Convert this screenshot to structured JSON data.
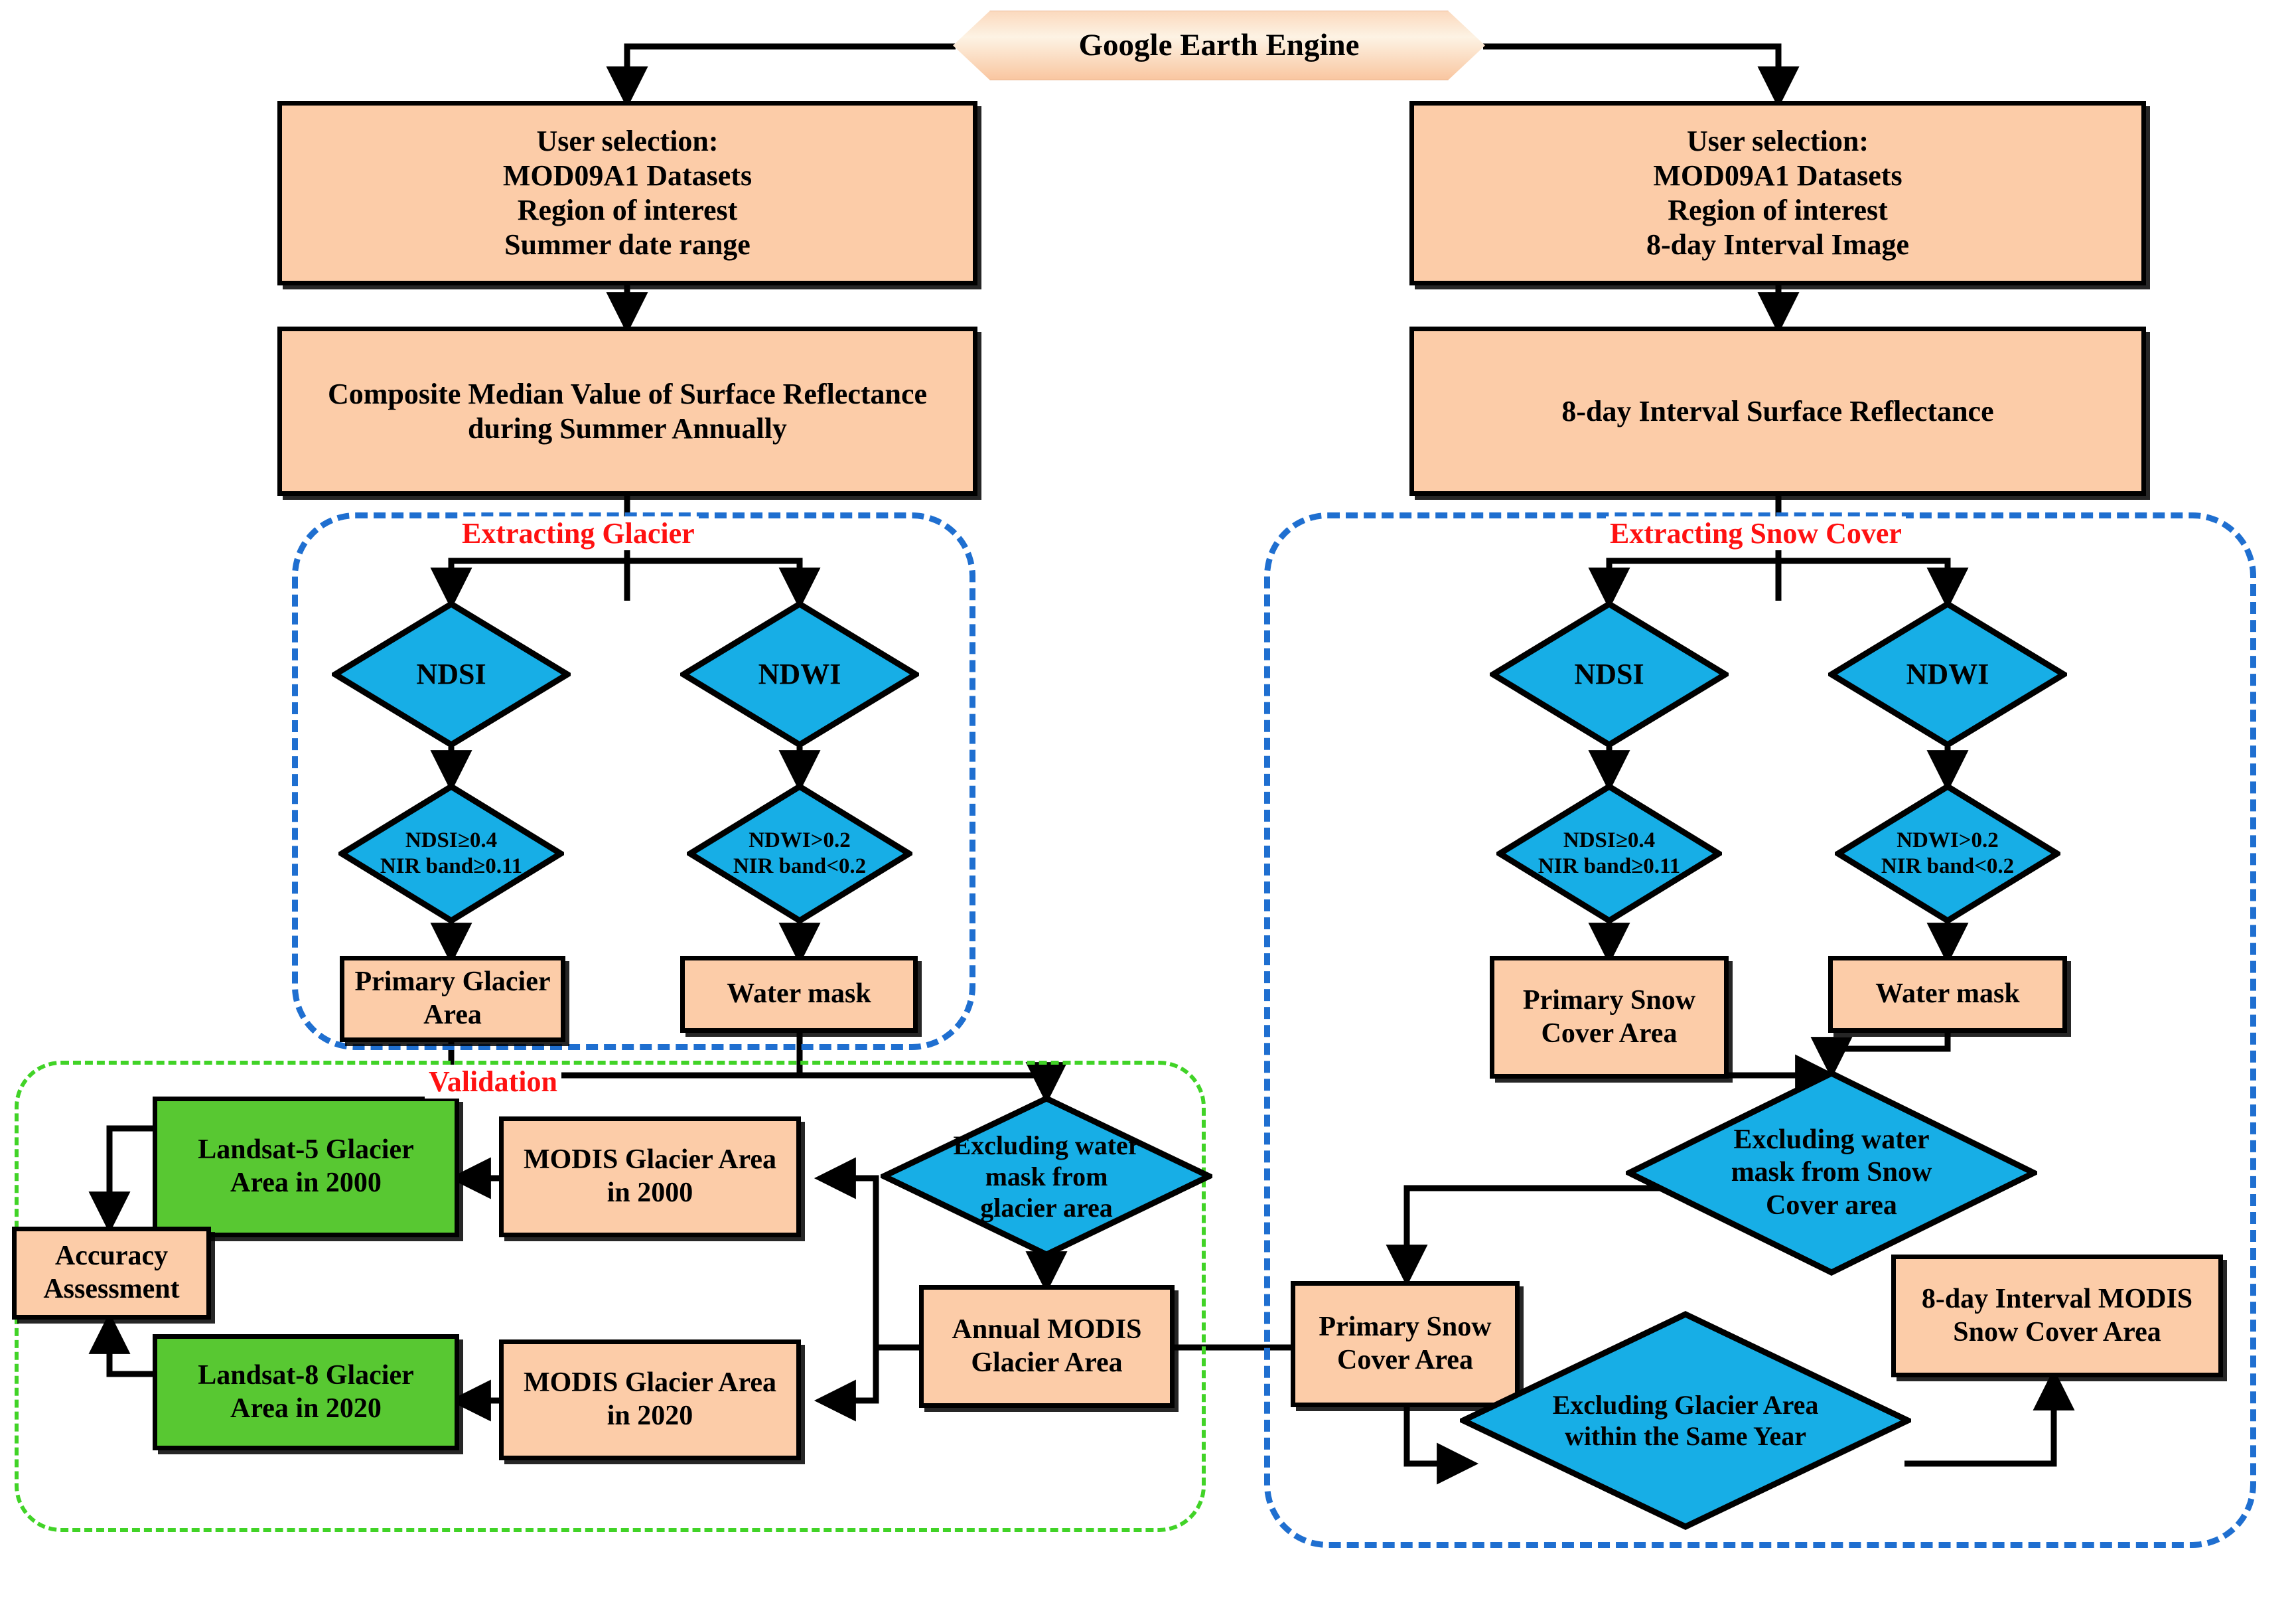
{
  "header": {
    "title": "Google Earth Engine"
  },
  "colors": {
    "box_fill": "#FCCCA8",
    "green_fill": "#58C832",
    "diamond_fill": "#17AEE6",
    "region_blue": "#1F6FD0",
    "region_green": "#41D327",
    "region_label": "#FF1111",
    "stroke": "#000000"
  },
  "regions": {
    "extracting_glacier": "Extracting Glacier",
    "extracting_snow_cover": "Extracting Snow Cover",
    "validation": "Validation"
  },
  "left_branch": {
    "user_selection": "User selection:\nMOD09A1 Datasets\nRegion of interest\nSummer date range",
    "composite": "Composite Median Value of Surface Reflectance during Summer Annually",
    "ndsi": "NDSI",
    "ndwi": "NDWI",
    "ndsi_rule": "NDSI≥0.4\nNIR band≥0.11",
    "ndwi_rule": "NDWI>0.2\nNIR band<0.2",
    "primary_glacier_area": "Primary Glacier Area",
    "water_mask": "Water mask",
    "excluding_water_mask": "Excluding water mask from glacier area",
    "annual_modis_glacier_area": "Annual MODIS Glacier Area"
  },
  "right_branch": {
    "user_selection": "User selection:\nMOD09A1 Datasets\nRegion of interest\n8-day Interval Image",
    "reflectance": "8-day Interval Surface Reflectance",
    "ndsi": "NDSI",
    "ndwi": "NDWI",
    "ndsi_rule": "NDSI≥0.4\nNIR band≥0.11",
    "ndwi_rule": "NDWI>0.2\nNIR band<0.2",
    "primary_snow_cover_area": "Primary Snow Cover Area",
    "water_mask": "Water mask",
    "excluding_water_mask": "Excluding water mask from Snow Cover area",
    "primary_snow_cover_area_2": "Primary Snow Cover Area",
    "excluding_glacier_area": "Excluding Glacier Area within the Same Year",
    "interval_snow_cover_area": "8-day Interval MODIS Snow Cover Area"
  },
  "validation": {
    "modis_glacier_2000": "MODIS Glacier Area in 2000",
    "modis_glacier_2020": "MODIS Glacier Area in 2020",
    "landsat5_2000": "Landsat-5 Glacier Area in 2000",
    "landsat8_2020": "Landsat-8 Glacier Area in 2020",
    "accuracy_assessment": "Accuracy Assessment"
  }
}
